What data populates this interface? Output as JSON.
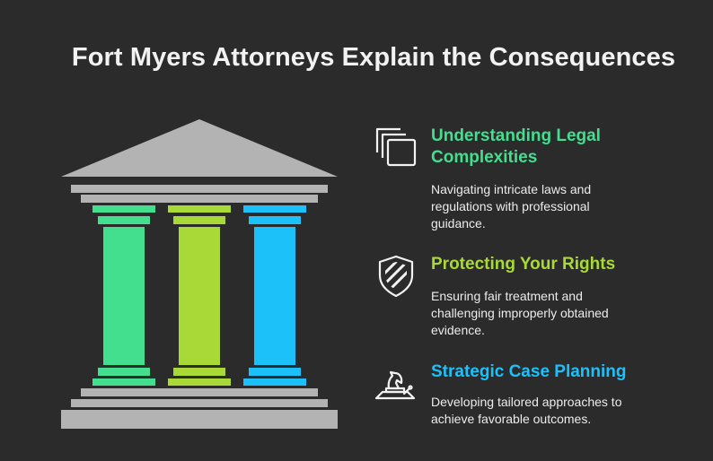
{
  "title": "Fort Myers Attorneys Explain the Consequences",
  "colors": {
    "background": "#2b2b2b",
    "stone": "#b3b3b3",
    "green": "#43df8f",
    "lime": "#a8d937",
    "blue": "#1dc1fa"
  },
  "items": [
    {
      "heading": "Understanding Legal Complexities",
      "description": "Navigating intricate laws and regulations with professional guidance.",
      "icon": "overlapping-squares-icon",
      "color": "#43df8f"
    },
    {
      "heading": "Protecting Your Rights",
      "description": "Ensuring fair treatment and challenging improperly obtained evidence.",
      "icon": "shield-icon",
      "color": "#a8d937"
    },
    {
      "heading": "Strategic Case Planning",
      "description": "Developing tailored approaches to achieve favorable outcomes.",
      "icon": "chess-knight-icon",
      "color": "#1dc1fa"
    }
  ]
}
